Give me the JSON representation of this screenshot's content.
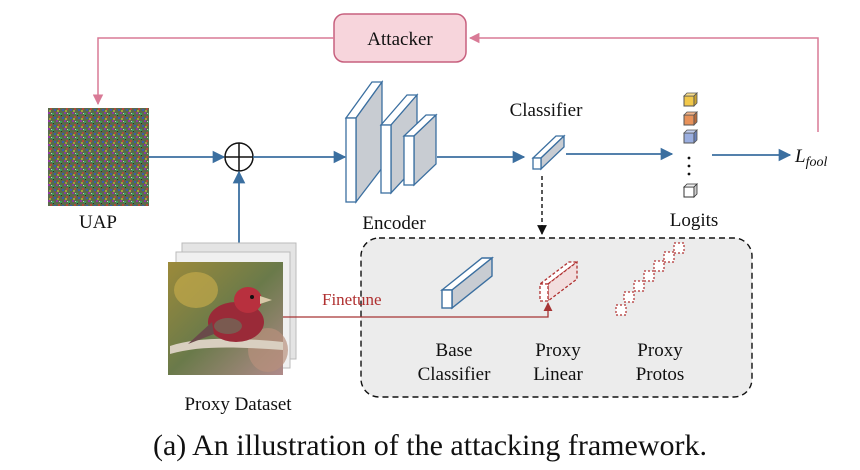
{
  "nodes": {
    "attacker": "Attacker",
    "uap": "UAP",
    "encoder": "Encoder",
    "classifier": "Classifier",
    "logits": "Logits",
    "loss_symbol": "L",
    "loss_subscript": "fool",
    "proxy_dataset": "Proxy Dataset"
  },
  "edges": {
    "finetune": "Finetune"
  },
  "classifier_options": [
    {
      "line1": "Base",
      "line2": "Classifier"
    },
    {
      "line1": "Proxy",
      "line2": "Linear"
    },
    {
      "line1": "Proxy",
      "line2": "Protos"
    }
  ],
  "caption": "(a) An illustration of the attacking framework.",
  "colors": {
    "attacker_fill": "#f7d5dc",
    "attacker_stroke": "#c7607e",
    "feedback_line": "#d97a96",
    "main_arrow": "#3b6fa0",
    "finetune_line": "#a63434",
    "encoder_face": "#c8ccd2",
    "panel_fill": "#ececec"
  }
}
